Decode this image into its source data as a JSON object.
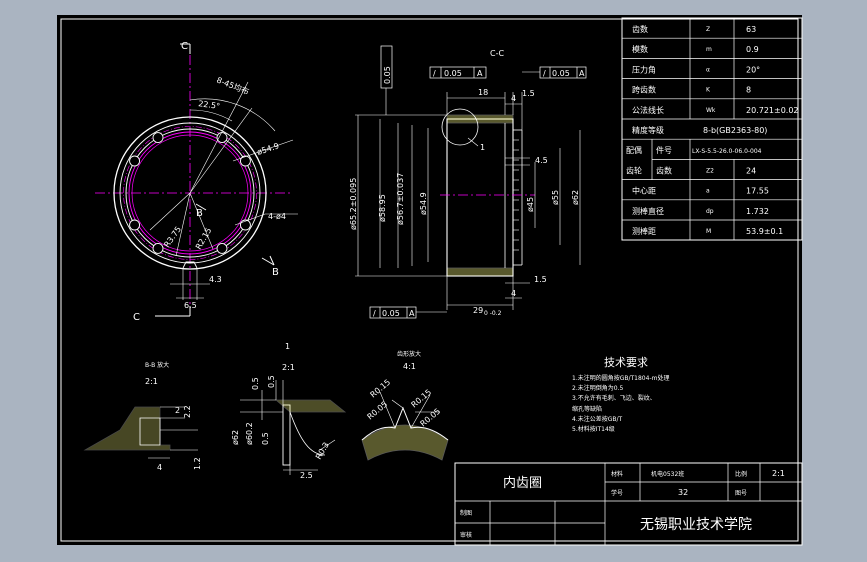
{
  "colors": {
    "background": "#aab4c1",
    "sheet": "#000000",
    "line": "#ffffff",
    "centerline": "#ff00ff",
    "hatch": "#ffff80"
  },
  "params_table": [
    {
      "name": "齿数",
      "sym": "Z",
      "val": "63"
    },
    {
      "name": "模数",
      "sym": "m",
      "val": "0.9"
    },
    {
      "name": "压力角",
      "sym": "α",
      "val": "20°"
    },
    {
      "name": "跨齿数",
      "sym": "K",
      "val": "8"
    },
    {
      "name": "公法线长",
      "sym": "Wk",
      "val": "20.721±0.02"
    },
    {
      "name": "精度等级",
      "sym": "",
      "val": "8-b(GB2363-80)"
    },
    {
      "group": "配偶",
      "name": "件号",
      "sym": "",
      "val": "LX-S-5.5-26.0-06.0-004"
    },
    {
      "group": "齿轮",
      "name": "齿数",
      "sym": "Z2",
      "val": "24"
    },
    {
      "name": "中心距",
      "sym": "a",
      "val": "17.55"
    },
    {
      "name": "测棒直径",
      "sym": "dp",
      "val": "1.732"
    },
    {
      "name": "测棒距",
      "sym": "M",
      "val": "53.9±0.1"
    }
  ],
  "front_view": {
    "section_mark": "C",
    "angle_label": "8-45均布",
    "angle_small": "22.5°",
    "dia_label": "ø54.9",
    "holes_label": "4-ø4",
    "r_labels": [
      "R3.75",
      "R2.15"
    ],
    "dim_43": "4.3",
    "dim_65": "6.5",
    "section_b": "B"
  },
  "section_view": {
    "title": "C-C",
    "tol_right": [
      "/",
      "0.05",
      "A"
    ],
    "tol_left": [
      "/",
      "0.05",
      "A"
    ],
    "tol_vertical": "0.05",
    "tol_bottom": [
      "/",
      "0.05",
      "A"
    ],
    "dims_top": [
      "18",
      "4",
      "1.5"
    ],
    "dim_45": "4.5",
    "dim_15": "1.5",
    "dim_4b": "4",
    "dim_29": "29",
    "dim_29_tol": "0 -0.2",
    "dia_labels": [
      "ø65.2±0.095",
      "ø58.95",
      "ø56.7±0.037",
      "ø54.9",
      "ø45",
      "ø55",
      "ø62"
    ],
    "callout": "1"
  },
  "detail_bb": {
    "title": "B-B 放大",
    "scale": "2:1",
    "dims": [
      "2",
      "2.2",
      "4",
      "1.2"
    ]
  },
  "detail_1": {
    "title": "1",
    "scale": "2:1",
    "dims": [
      "0.5",
      "0.5",
      "ø62",
      "ø60.2",
      "0.5",
      "2.5",
      "R0.3"
    ]
  },
  "detail_tooth": {
    "title": "齿形放大",
    "scale": "4:1",
    "r_labels": [
      "R0.15",
      "R0.05",
      "R0.15",
      "R0.05"
    ]
  },
  "tech_req": {
    "title": "技术要求",
    "items": [
      "1.未注明的圆角按GB/T1804-m处理",
      "2.未注明倒角为0.5",
      "3.不允许有毛刺、飞边、裂纹、",
      "缩孔等缺陷",
      "4.未注公差按GB/T",
      "5.材料按IT14级"
    ]
  },
  "title_block": {
    "part_name": "内齿圈",
    "material_label": "材料",
    "material_value": "机电0532班",
    "scale_label": "比例",
    "scale_value": "2:1",
    "no_label": "学号",
    "no_value": "32",
    "drawing_label": "图号",
    "drawing_value": "",
    "drafter_label": "制图",
    "checker_label": "审核",
    "school": "无锡职业技术学院"
  }
}
